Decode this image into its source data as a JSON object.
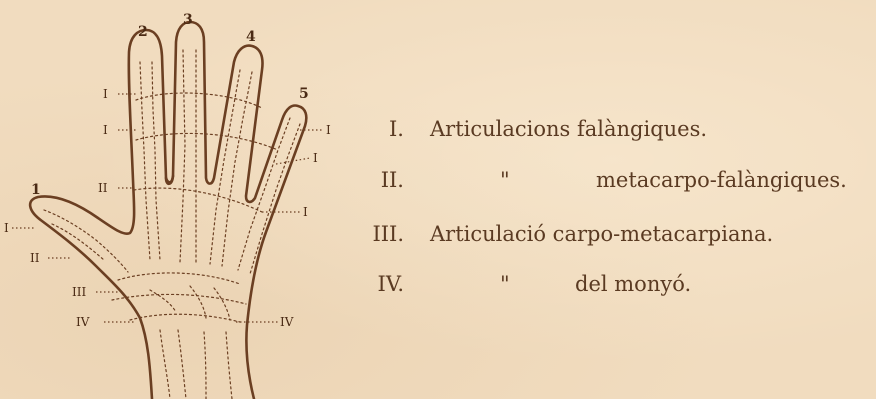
{
  "figure": {
    "finger_numbers": [
      "1",
      "2",
      "3",
      "4",
      "5"
    ],
    "joint_labels": {
      "I": "I",
      "II": "II",
      "III": "III",
      "IV": "IV"
    },
    "outline_color": "#6b3f22"
  },
  "legend": {
    "rows": [
      {
        "numeral": "I.",
        "ditto": "",
        "text": "Articulacions falàngiques."
      },
      {
        "numeral": "II.",
        "ditto": "\"",
        "text": "metacarpo-falàngiques."
      },
      {
        "numeral": "III.",
        "ditto": "",
        "text": "Articulació carpo-metacarpiana."
      },
      {
        "numeral": "IV.",
        "ditto": "\"",
        "text": "del monyó."
      }
    ]
  }
}
